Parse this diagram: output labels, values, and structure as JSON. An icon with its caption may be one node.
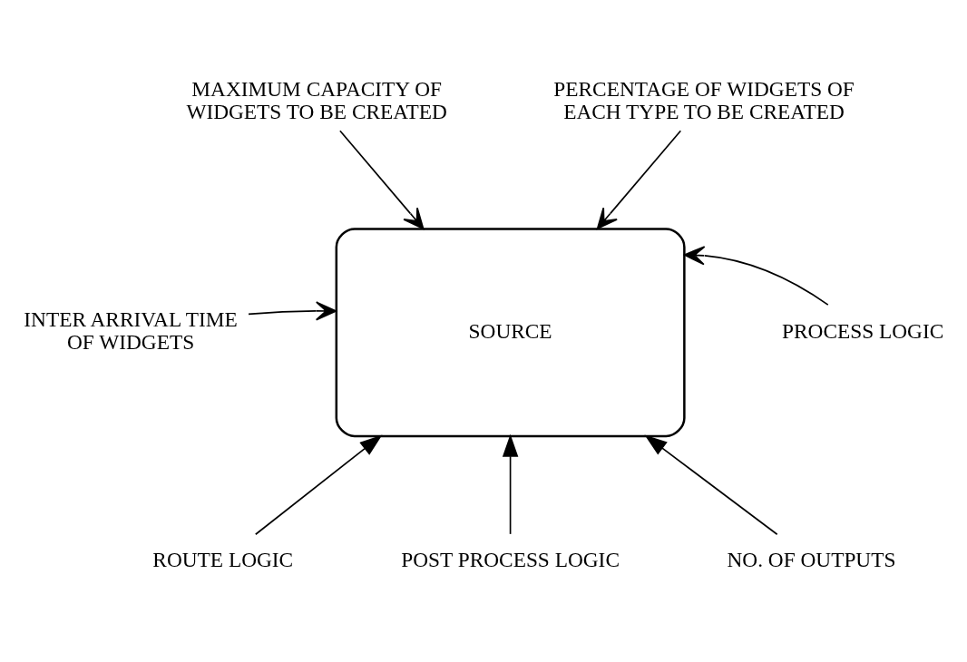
{
  "diagram": {
    "nodes": [
      {
        "text": [
          "MAXIMUM CAPACITY OF WIDGETS TO BE CREATED"
        ]
      },
      {
        "text": [
          "PERCENTAGE OF WIDGETS OF EACH TYPE TO BE CREATED"
        ]
      },
      {
        "text": [
          "INTER ARRIVAL TIME OF WIDGETS"
        ]
      },
      {
        "text": [
          "PROCESS LOGIC"
        ]
      },
      {
        "text": [
          "SOURCE"
        ]
      },
      {
        "text": [
          "ROUTE LOGIC"
        ]
      },
      {
        "text": [
          "POST PROCESS LOGIC"
        ]
      },
      {
        "text": [
          "NO. OF OUTPUTS"
        ]
      }
    ],
    "edges": [
      {
        "from": 0,
        "to": 4,
        "arrow": "to"
      },
      {
        "from": 1,
        "to": 4,
        "arrow": "to"
      },
      {
        "from": 2,
        "to": 4,
        "arrow": "to"
      },
      {
        "from": 3,
        "to": 4,
        "arrow": "to"
      },
      {
        "from": 5,
        "to": 4,
        "arrow": "to"
      },
      {
        "from": 6,
        "to": 4,
        "arrow": "to"
      },
      {
        "from": 7,
        "to": 4,
        "arrow": "to"
      }
    ]
  }
}
